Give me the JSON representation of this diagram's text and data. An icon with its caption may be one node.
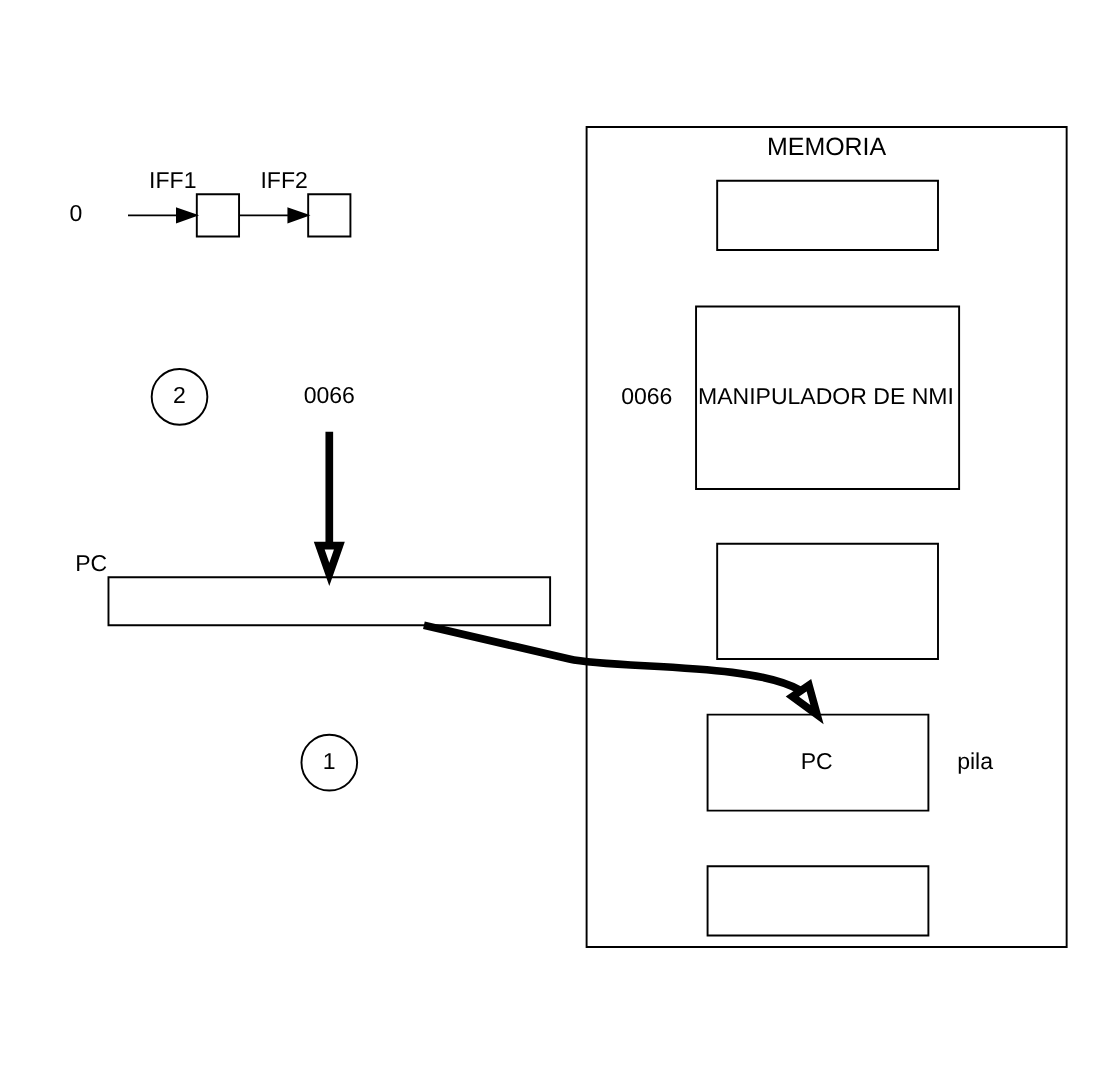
{
  "diagram": {
    "nodes": [
      {
        "text": [
          "0"
        ]
      },
      {
        "text": [
          "IFF1"
        ]
      },
      {
        "text": [
          "IFF2"
        ]
      },
      {
        "text": [
          "MEMORIA"
        ]
      },
      {
        "text": [],
        "shape": "box",
        "in": 3
      },
      {
        "text": [
          "MANIPULADOR DE NMI"
        ],
        "in": 3,
        "beside": [
          "0066"
        ]
      },
      {
        "text": [],
        "shape": "box",
        "in": 3
      },
      {
        "text": [
          "PC"
        ],
        "in": 3,
        "beside": [
          "pila"
        ]
      },
      {
        "text": [],
        "shape": "box",
        "in": 3
      },
      {
        "text": [
          "0066"
        ]
      },
      {
        "text": [
          "2"
        ]
      },
      {
        "text": [
          "PC"
        ]
      },
      {
        "text": [
          "1"
        ]
      }
    ],
    "edges": [
      {
        "from": 0,
        "to": 1,
        "arrow": "to"
      },
      {
        "from": 1,
        "to": 2,
        "arrow": "to"
      },
      {
        "from": 9,
        "to": 11,
        "arrow": "to",
        "style": "thick"
      },
      {
        "from": 11,
        "to": 7,
        "arrow": "to",
        "style": "thick"
      }
    ]
  }
}
